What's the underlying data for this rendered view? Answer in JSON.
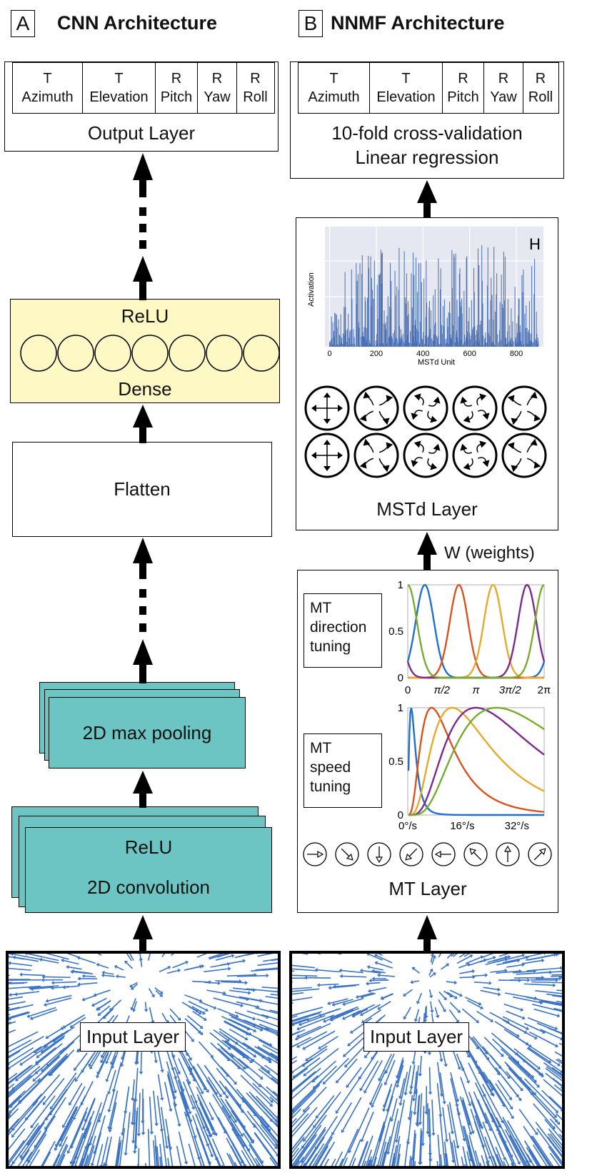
{
  "panel_a": {
    "letter": "A",
    "title": "CNN Architecture",
    "output_cells": [
      {
        "top": "T",
        "bottom": "Azimuth"
      },
      {
        "top": "T",
        "bottom": "Elevation"
      },
      {
        "top": "R",
        "bottom": "Pitch"
      },
      {
        "top": "R",
        "bottom": "Yaw"
      },
      {
        "top": "R",
        "bottom": "Roll"
      }
    ],
    "output_label": "Output Layer",
    "dense_top": "ReLU",
    "dense_bottom": "Dense",
    "flatten": "Flatten",
    "pooling": "2D max pooling",
    "conv_top": "ReLU",
    "conv_bottom": "2D convolution",
    "input_label": "Input Layer"
  },
  "panel_b": {
    "letter": "B",
    "title": "NNMF Architecture",
    "output_cells": [
      {
        "top": "T",
        "bottom": "Azimuth"
      },
      {
        "top": "T",
        "bottom": "Elevation"
      },
      {
        "top": "R",
        "bottom": "Pitch"
      },
      {
        "top": "R",
        "bottom": "Yaw"
      },
      {
        "top": "R",
        "bottom": "Roll"
      }
    ],
    "regression_line1": "10-fold cross-validation",
    "regression_line2": "Linear regression",
    "h_label": "H",
    "mstd_label": "MSTd Layer",
    "weights_label": "W (weights)",
    "mt_direction_label": [
      "MT",
      "direction",
      "tuning"
    ],
    "mt_speed_label": [
      "MT",
      "speed",
      "tuning"
    ],
    "mt_label": "MT Layer",
    "input_label": "Input Layer"
  },
  "chart_data": [
    {
      "type": "bar",
      "xlabel": "MSTd Unit",
      "ylabel": "Activation",
      "xlim": [
        0,
        896
      ],
      "xticks": [
        "0",
        "200",
        "400",
        "600",
        "800"
      ],
      "grid": true
    },
    {
      "type": "line",
      "yticks": [
        "0",
        "0.5",
        "1"
      ],
      "xticks": [
        "0",
        "π/2",
        "π",
        "3π/2",
        "2π"
      ],
      "series_colors": [
        "#1f6fd1",
        "#d9531e",
        "#e8a92b",
        "#7b2a8e",
        "#77ac30"
      ],
      "peaks": [
        0.785,
        2.356,
        3.927,
        5.498,
        0
      ]
    },
    {
      "type": "line",
      "yticks": [
        "0",
        "0.5",
        "1"
      ],
      "xticks": [
        "0°/s",
        "16°/s",
        "32°/s"
      ],
      "series_colors": [
        "#1f6fd1",
        "#d9531e",
        "#e8a92b",
        "#7b2a8e",
        "#77ac30"
      ],
      "peaks_deg_per_s": [
        1,
        7,
        13,
        20,
        26
      ]
    }
  ],
  "colors": {
    "teal": "#6cc5c2",
    "dense_yellow": "#fdf8c4",
    "flow_blue": "#3a72c4",
    "bar_blue": "#4a6fb5",
    "plot_bg": "#e6e8f1"
  }
}
